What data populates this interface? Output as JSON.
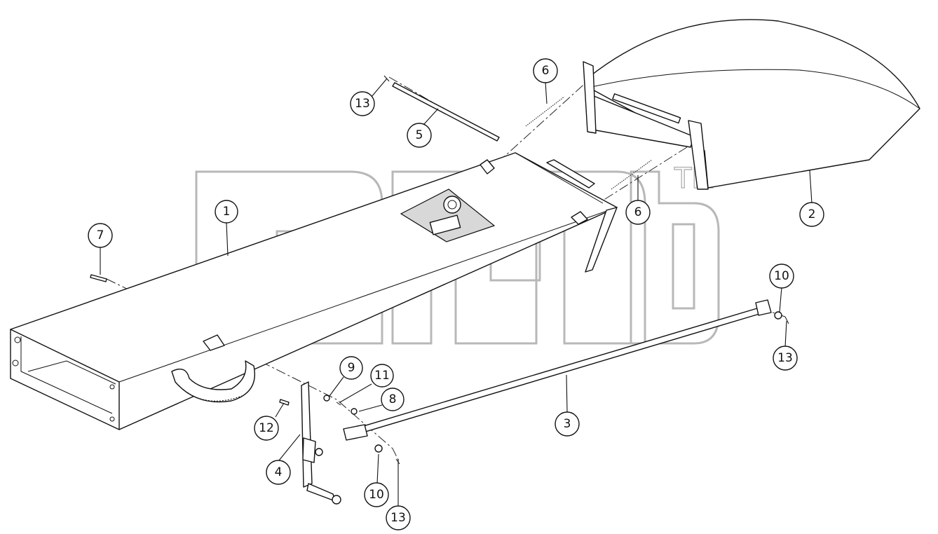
{
  "diagram": {
    "callouts": [
      {
        "label": "1"
      },
      {
        "label": "2"
      },
      {
        "label": "3"
      },
      {
        "label": "4"
      },
      {
        "label": "5"
      },
      {
        "label": "6"
      },
      {
        "label": "6"
      },
      {
        "label": "7"
      },
      {
        "label": "8"
      },
      {
        "label": "9"
      },
      {
        "label": "10"
      },
      {
        "label": "10"
      },
      {
        "label": "11"
      },
      {
        "label": "12"
      },
      {
        "label": "13"
      },
      {
        "label": "13"
      },
      {
        "label": "13"
      }
    ],
    "watermark": {
      "trademark": "TM"
    }
  }
}
